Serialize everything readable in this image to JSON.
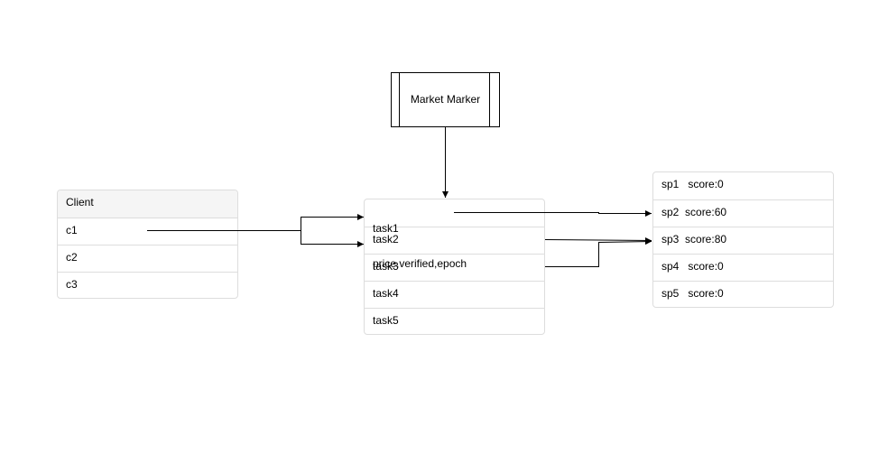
{
  "market_maker": {
    "label": "Market Marker"
  },
  "client": {
    "header": "Client",
    "items": [
      "c1",
      "c2",
      "c3"
    ]
  },
  "tasks": {
    "items": [
      {
        "name": "task1",
        "detail": "price,verified,epoch"
      },
      {
        "name": "task2"
      },
      {
        "name": "task3"
      },
      {
        "name": "task4"
      },
      {
        "name": "task5"
      }
    ]
  },
  "providers": {
    "items": [
      "sp1   score:0",
      "sp2  score:60",
      "sp3  score:80",
      "sp4   score:0",
      "sp5   score:0"
    ]
  },
  "colors": {
    "border": "#dddddd",
    "header_bg": "#f5f5f5",
    "line": "#000000"
  }
}
